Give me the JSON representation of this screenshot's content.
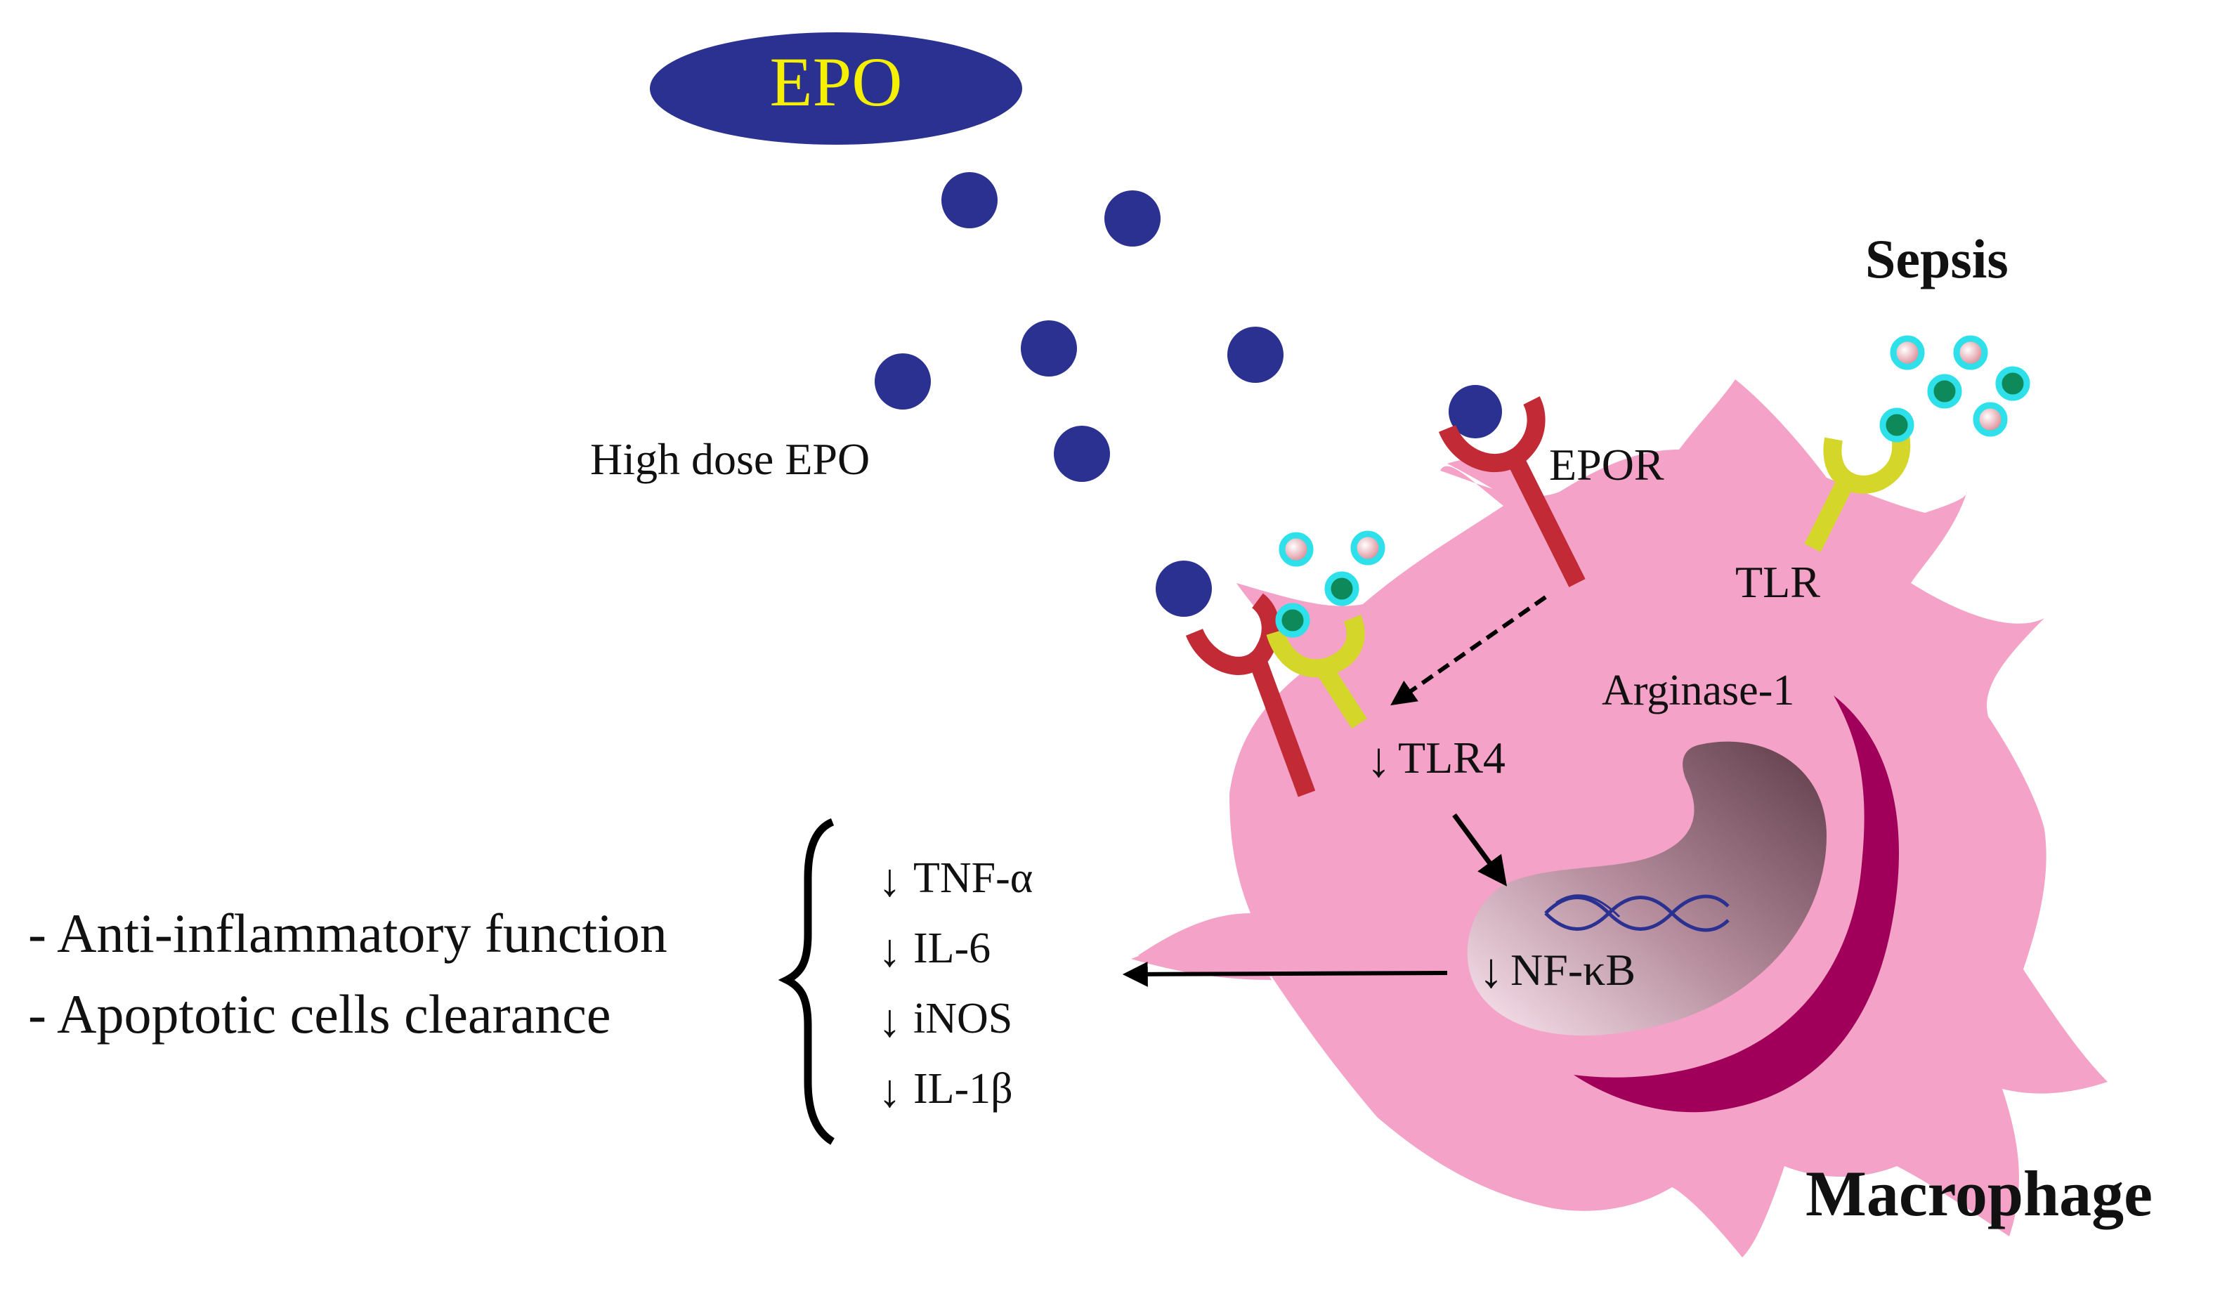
{
  "labels": {
    "epo": "EPO",
    "high_dose_epo": "High dose EPO",
    "sepsis": "Sepsis",
    "epor": "EPOR",
    "tlr": "TLR",
    "arginase": "Arginase-1",
    "tlr4": "TLR4",
    "nfkb": "NF-κB",
    "macrophage": "Macrophage",
    "arrow_down": "↓"
  },
  "cytokines": [
    "TNF-α",
    "IL-6",
    "iNOS",
    "IL-1β"
  ],
  "functions": [
    "- Anti-inflammatory function",
    "- Apoptotic cells clearance"
  ],
  "colors": {
    "epo_blue": "#2b3190",
    "epo_text": "#f5f000",
    "cell_pink": "#f4a2c7",
    "receptor_red": "#c22a35",
    "receptor_yellow": "#d4d62a",
    "particle_cyan": "#2ee0ea",
    "particle_pink": "#e7a3ad",
    "particle_green": "#0e8a5a",
    "er_magenta": "#a0005a",
    "nucleus_dark": "#6e4755"
  }
}
